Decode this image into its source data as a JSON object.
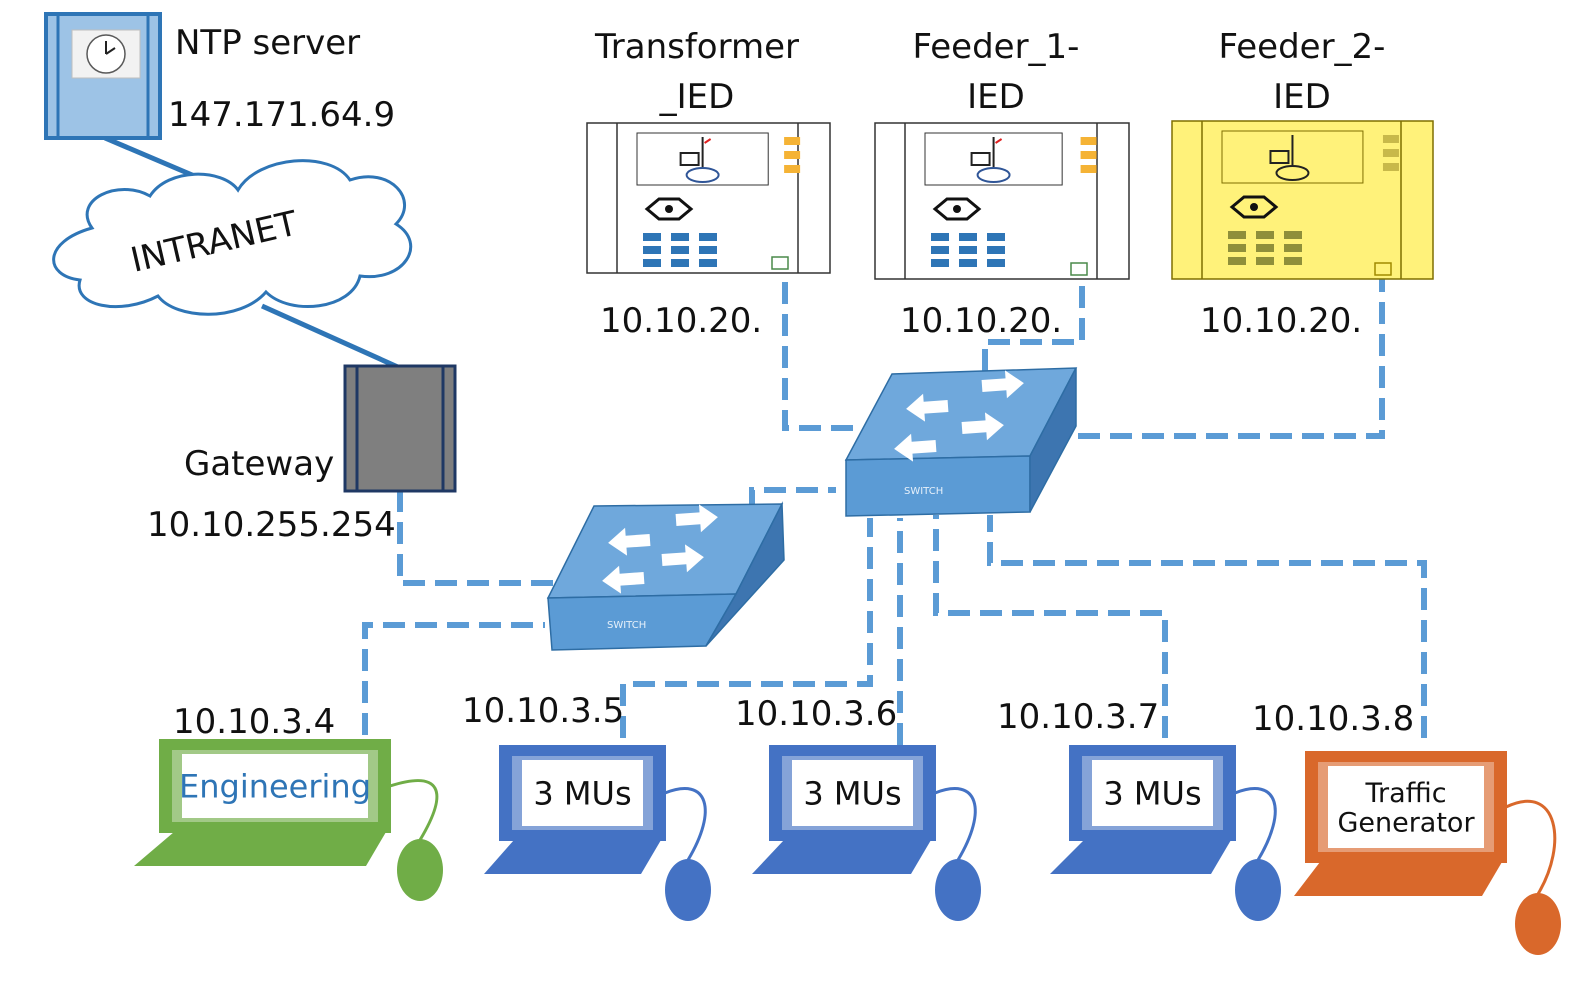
{
  "ntp": {
    "label": "NTP server",
    "ip": "147.171.64.9"
  },
  "cloud": {
    "label": "INTRANET"
  },
  "gateway": {
    "label": "Gateway",
    "ip": "10.10.255.254"
  },
  "ieds": [
    {
      "line1": "Transformer",
      "line2": "_IED",
      "ip": "10.10.20.",
      "color": "#ffffff"
    },
    {
      "line1": "Feeder_1-",
      "line2": "IED",
      "ip": "10.10.20.",
      "color": "#ffffff"
    },
    {
      "line1": "Feeder_2-",
      "line2": "IED",
      "ip": "10.10.20.",
      "color": "#fff27a"
    }
  ],
  "switches": [
    {
      "label": "SWITCH"
    },
    {
      "label": "SWITCH"
    }
  ],
  "hosts": [
    {
      "ip": "10.10.3.4",
      "screen": [
        "Engineering"
      ],
      "color": "#70ad47",
      "text_color": "#2e75b6"
    },
    {
      "ip": "10.10.3.5",
      "screen": [
        "3 MUs"
      ],
      "color": "#4472c4",
      "text_color": "#111111"
    },
    {
      "ip": "10.10.3.6",
      "screen": [
        "3 MUs"
      ],
      "color": "#4472c4",
      "text_color": "#111111"
    },
    {
      "ip": "10.10.3.7",
      "screen": [
        "3 MUs"
      ],
      "color": "#4472c4",
      "text_color": "#111111"
    },
    {
      "ip": "10.10.3.8",
      "screen": [
        "Traffic",
        "Generator"
      ],
      "color": "#d9682b",
      "text_color": "#111111"
    }
  ],
  "colors": {
    "link": "#5b9bd5",
    "wan": "#2e75b6",
    "switch": "#5b9bd5",
    "gateway": "#7f7f7f",
    "ied_button": "#f5b335"
  },
  "icons": [
    "clock-icon",
    "cloud-icon",
    "gateway-icon",
    "switch-icon",
    "ied-icon",
    "laptop-icon",
    "mouse-icon"
  ]
}
